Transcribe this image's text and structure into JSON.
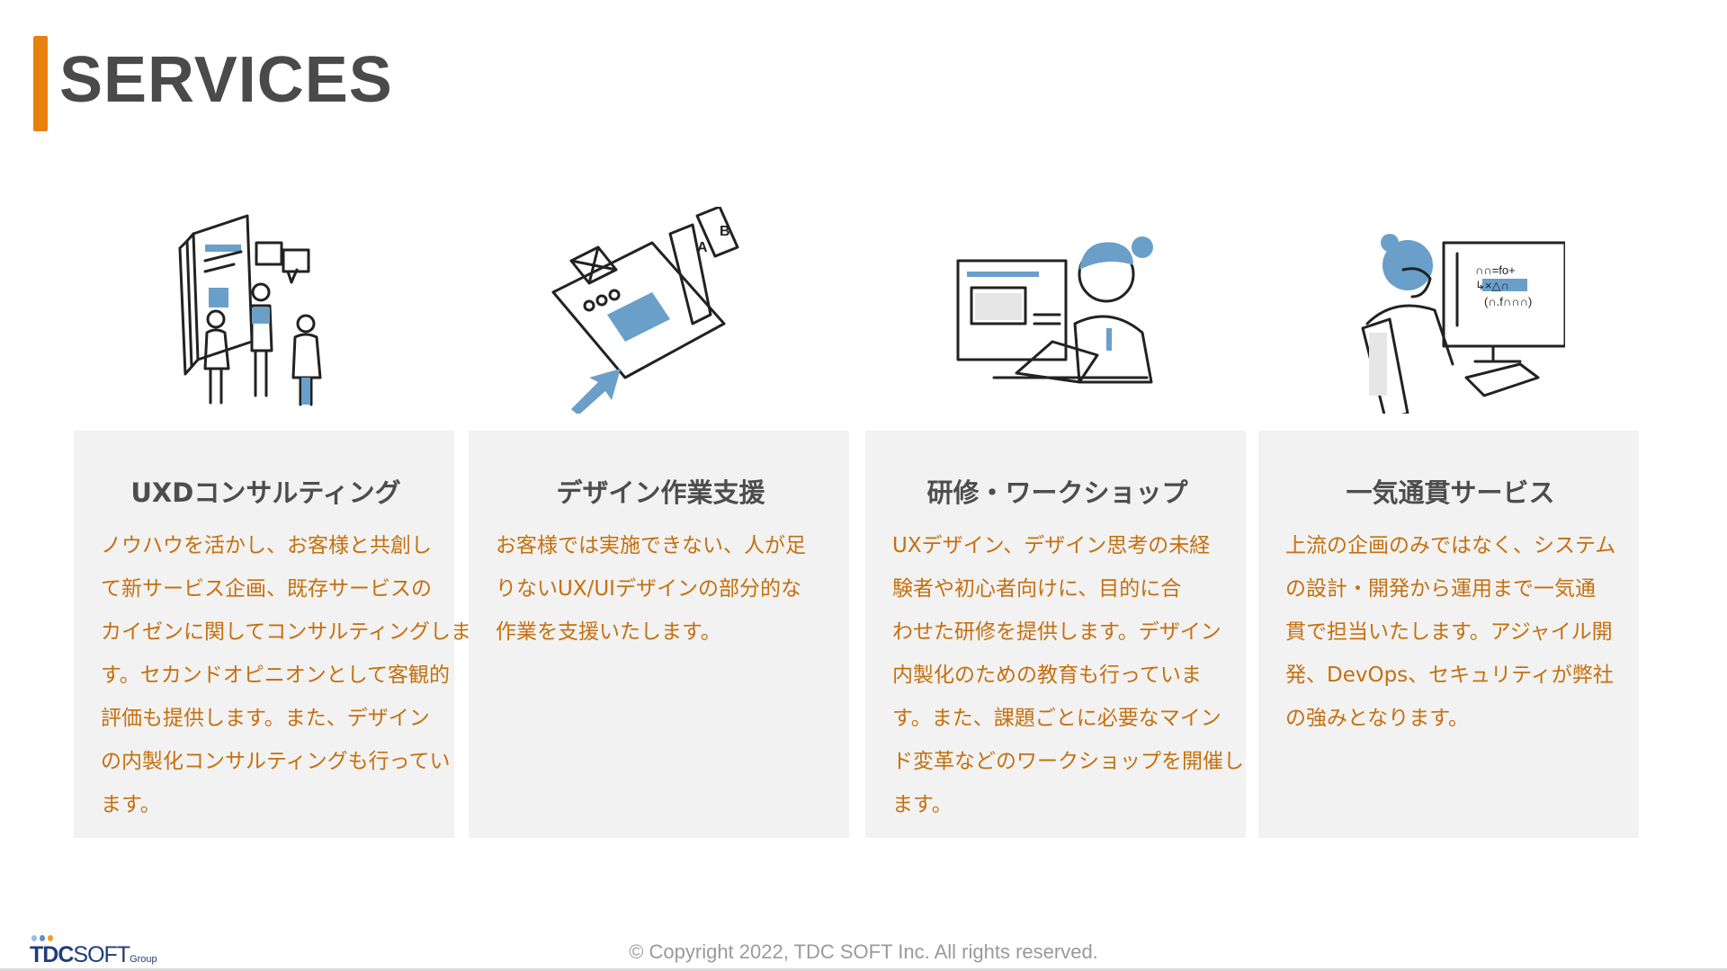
{
  "header": {
    "title": "SERVICES"
  },
  "colors": {
    "accent": "#e8800c",
    "body_text": "#c5700f",
    "heading": "#4d4d4d",
    "card_bg": "#f2f2f2",
    "illustration_accent": "#6a9fc9"
  },
  "services": [
    {
      "title": "UXDコンサルティング",
      "icon": "team-consulting-illustration",
      "lines": [
        "ノウハウを活かし、お客様と共創し",
        "て新サービス企画、既存サービスの",
        "カイゼンに関してコンサルティングしま",
        "す。セカンドオピニオンとして客観的",
        "評価も提供します。また、デザイン",
        "の内製化コンサルティングも行ってい",
        "ます。"
      ]
    },
    {
      "title": "デザイン作業支援",
      "icon": "design-documents-illustration",
      "lines": [
        "お客様では実施できない、人が足",
        "りないUX/UIデザインの部分的な",
        "作業を支援いたします。"
      ]
    },
    {
      "title": "研修・ワークショップ",
      "icon": "presenter-illustration",
      "lines": [
        "UXデザイン、デザイン思考の未経",
        "験者や初心者向けに、目的に合",
        "わせた研修を提供します。デザイン",
        "内製化のための教育も行っていま",
        "す。また、課題ごとに必要なマイン",
        "ド変革などのワークショップを開催し",
        "ます。"
      ]
    },
    {
      "title": "一気通貫サービス",
      "icon": "developer-at-computer-illustration",
      "lines": [
        "上流の企画のみではなく、システム",
        "の設計・開発から運用まで一気通",
        "貫で担当いたします。アジャイル開",
        "発、DevOps、セキュリティが弊社",
        "の強みとなります。"
      ]
    }
  ],
  "illustration_text": {
    "screen_formula_1": "∩∩=fo+",
    "screen_formula_2": "↳×△∩",
    "screen_formula_3": "(∩.f∩∩∩)",
    "tag_a": "A",
    "tag_b": "B"
  },
  "footer": {
    "logo_bold": "TDC",
    "logo_light": "SOFT",
    "logo_suffix": "Group",
    "copyright": "© Copyright 2022, TDC SOFT Inc. All rights reserved."
  }
}
